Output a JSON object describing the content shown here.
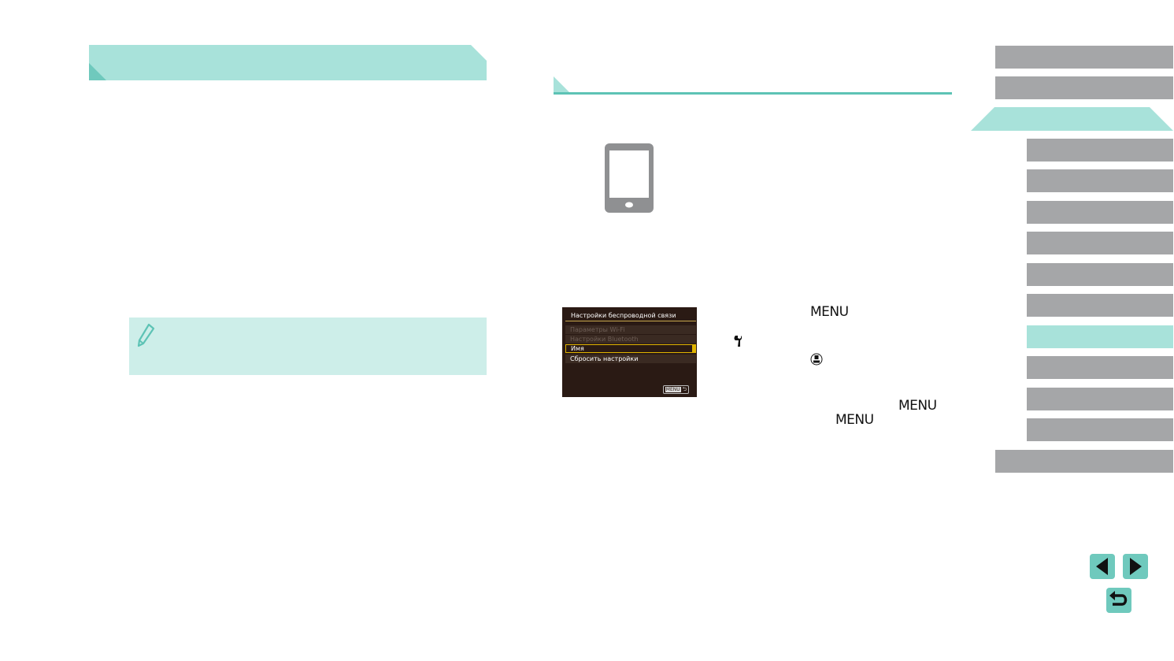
{
  "left": {
    "section_title": "",
    "note_text": ""
  },
  "middle": {
    "sub_heading": "",
    "menu_word": "MENU"
  },
  "camera_screen": {
    "title": "Настройки беспроводной связи",
    "items": [
      {
        "label": "Параметры Wi-Fi",
        "state": "dim"
      },
      {
        "label": "Настройки Bluetooth",
        "state": "dim"
      },
      {
        "label": "Имя",
        "state": "selected"
      },
      {
        "label": "Сбросить настройки",
        "state": "normal"
      }
    ],
    "menu_button": "MENU",
    "return_glyph": "⮌"
  },
  "icons": {
    "note": "pencil-icon",
    "device": "smartphone-icon",
    "setup": "wrench-icon",
    "confirm": "func-set-icon",
    "prev": "previous-page-arrow",
    "next": "next-page-arrow",
    "back": "return-icon"
  },
  "colors": {
    "accent": "#6fc9bd",
    "band": "#a8e2da",
    "note_bg": "#cdeee9",
    "nav_gray": "#a5a6a8",
    "highlight": "#e0b400"
  }
}
